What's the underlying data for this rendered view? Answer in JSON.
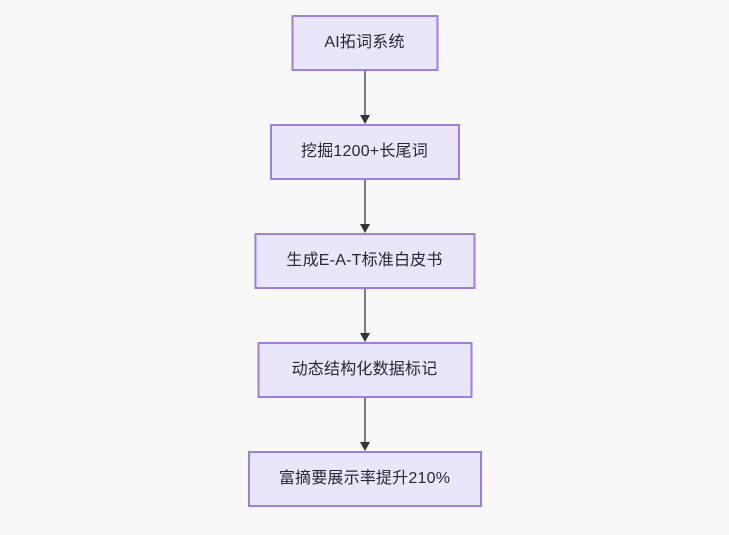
{
  "diagram": {
    "type": "flowchart",
    "direction": "top-to-bottom",
    "background_color": "#f8f8f9",
    "node_fill_color": "#e9e6fb",
    "node_border_color": "#a07ede",
    "node_text_color": "#28262e",
    "edge_line_color": "#7b7b84",
    "edge_arrow_color": "#333338",
    "nodes": [
      {
        "id": "n0",
        "label": "AI拓词系统"
      },
      {
        "id": "n1",
        "label": "挖掘1200+长尾词"
      },
      {
        "id": "n2",
        "label": "生成E-A-T标准白皮书"
      },
      {
        "id": "n3",
        "label": "动态结构化数据标记"
      },
      {
        "id": "n4",
        "label": "富摘要展示率提升210%"
      }
    ],
    "edges": [
      {
        "id": "e0",
        "from": "n0",
        "to": "n1",
        "label": ""
      },
      {
        "id": "e1",
        "from": "n1",
        "to": "n2",
        "label": ""
      },
      {
        "id": "e2",
        "from": "n2",
        "to": "n3",
        "label": ""
      },
      {
        "id": "e3",
        "from": "n3",
        "to": "n4",
        "label": ""
      }
    ]
  }
}
